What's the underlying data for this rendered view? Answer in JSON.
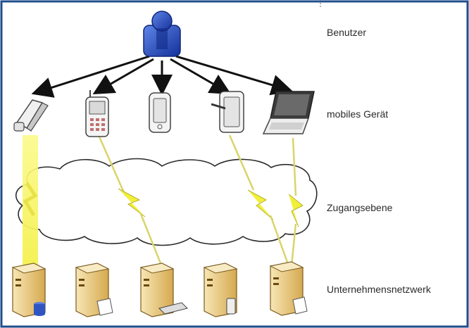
{
  "diagram": {
    "layers": {
      "user": "Benutzer",
      "device": "mobiles Gerät",
      "access": "Zugangsebene",
      "network": "Unternehmensnetzwerk"
    },
    "devices": [
      {
        "icon": "flip-phone-icon"
      },
      {
        "icon": "feature-phone-icon"
      },
      {
        "icon": "smartphone-icon"
      },
      {
        "icon": "tablet-stylus-icon"
      },
      {
        "icon": "laptop-icon"
      }
    ],
    "servers": [
      {
        "icon": "server-database-icon"
      },
      {
        "icon": "server-document-icon"
      },
      {
        "icon": "server-keyboard-icon"
      },
      {
        "icon": "server-phone-icon"
      },
      {
        "icon": "server-document-icon"
      }
    ],
    "colors": {
      "frame": "#1f4e8c",
      "user": "#1d3fb0",
      "arrow": "#111111",
      "lightning": "#f2ef3a",
      "server": "#e3c27a"
    }
  }
}
